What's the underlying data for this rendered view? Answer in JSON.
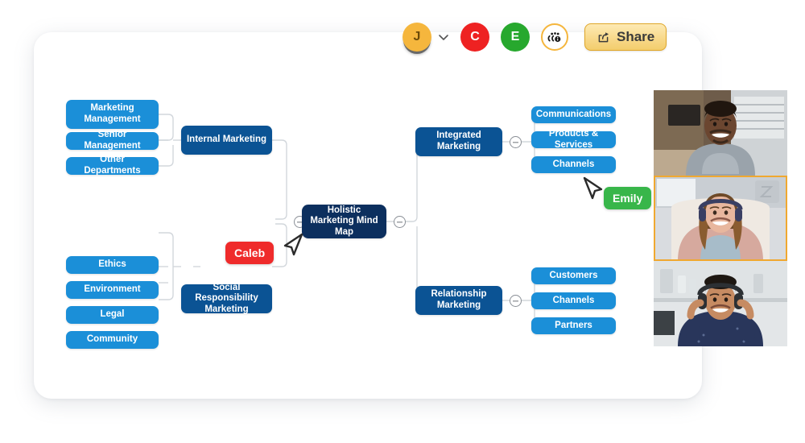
{
  "app": {
    "background_color": "#ffffff",
    "card_color": "#ffffff"
  },
  "toolbar": {
    "avatars": [
      {
        "initial": "J",
        "color": "#f5b63d",
        "name": "avatar-j"
      },
      {
        "initial": "C",
        "color": "#ee2222",
        "name": "avatar-c"
      },
      {
        "initial": "E",
        "color": "#27a82e",
        "name": "avatar-e"
      }
    ],
    "chevron_icon": "chevron-down-icon",
    "people_icon": "people-info-icon",
    "share_label": "Share",
    "share_icon": "share-icon",
    "accent_color": "#f5b63d"
  },
  "mindmap": {
    "title": "Holistic Marketing Mind Map",
    "colors": {
      "root": "#0c2f5e",
      "level1": "#0b5394",
      "leaf": "#1b8fd8",
      "connector": "#cfd4d9"
    },
    "root": {
      "label": "Holistic Marketing Mind Map"
    },
    "branches": [
      {
        "label": "Internal Marketing",
        "side": "left",
        "children": [
          {
            "label": "Marketing Management"
          },
          {
            "label": "Senior Management"
          },
          {
            "label": "Other Departments"
          }
        ]
      },
      {
        "label": "Social Responsibility Marketing",
        "side": "left",
        "children": [
          {
            "label": "Ethics"
          },
          {
            "label": "Environment"
          },
          {
            "label": "Legal"
          },
          {
            "label": "Community"
          }
        ]
      },
      {
        "label": "Integrated Marketing",
        "side": "right",
        "children": [
          {
            "label": "Communications"
          },
          {
            "label": "Products & Services"
          },
          {
            "label": "Channels"
          }
        ]
      },
      {
        "label": "Relationship Marketing",
        "side": "right",
        "children": [
          {
            "label": "Customers"
          },
          {
            "label": "Channels"
          },
          {
            "label": "Partners"
          }
        ]
      }
    ]
  },
  "cursors": [
    {
      "name": "Caleb",
      "color": "#ef2b2b"
    },
    {
      "name": "Emily",
      "color": "#38b64a"
    }
  ],
  "video_tiles": [
    {
      "name": "participant-1",
      "active": false
    },
    {
      "name": "participant-2",
      "active": true
    },
    {
      "name": "participant-3",
      "active": false
    }
  ]
}
